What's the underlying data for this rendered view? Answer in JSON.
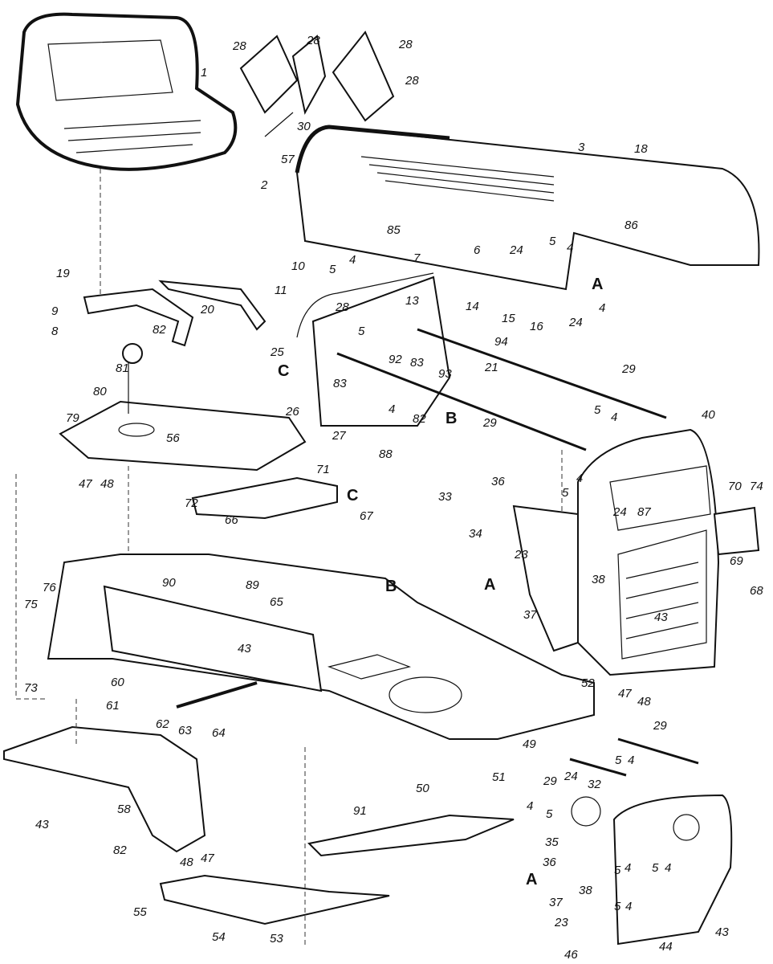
{
  "diagram": {
    "type": "exploded parts diagram",
    "labels": [
      "1",
      "28",
      "28",
      "28",
      "28",
      "30",
      "3",
      "18",
      "57",
      "2",
      "86",
      "85",
      "7",
      "4",
      "5",
      "10",
      "6",
      "5",
      "24",
      "4",
      "A",
      "4",
      "24",
      "16",
      "15",
      "19",
      "20",
      "9",
      "82",
      "8",
      "11",
      "28",
      "13",
      "14",
      "94",
      "25",
      "C",
      "5",
      "92",
      "83",
      "93",
      "21",
      "29",
      "81",
      "80",
      "26",
      "83",
      "4",
      "82",
      "B",
      "29",
      "27",
      "88",
      "79",
      "56",
      "5",
      "4",
      "40",
      "47",
      "48",
      "71",
      "C",
      "72",
      "66",
      "36",
      "5",
      "4",
      "33",
      "67",
      "34",
      "24",
      "87",
      "70",
      "74",
      "23",
      "38",
      "69",
      "68",
      "A",
      "37",
      "43",
      "76",
      "75",
      "90",
      "89",
      "65",
      "B",
      "43",
      "73",
      "60",
      "61",
      "62",
      "63",
      "64",
      "52",
      "47",
      "48",
      "29",
      "49",
      "51",
      "50",
      "5",
      "4",
      "29",
      "24",
      "32",
      "91",
      "58",
      "43",
      "82",
      "4",
      "5",
      "35",
      "36",
      "5",
      "4",
      "5",
      "4",
      "A",
      "38",
      "37",
      "23",
      "5",
      "4",
      "43",
      "44",
      "46",
      "48",
      "47",
      "55",
      "54",
      "53"
    ],
    "big_labels": [
      "A",
      "B",
      "C"
    ]
  }
}
